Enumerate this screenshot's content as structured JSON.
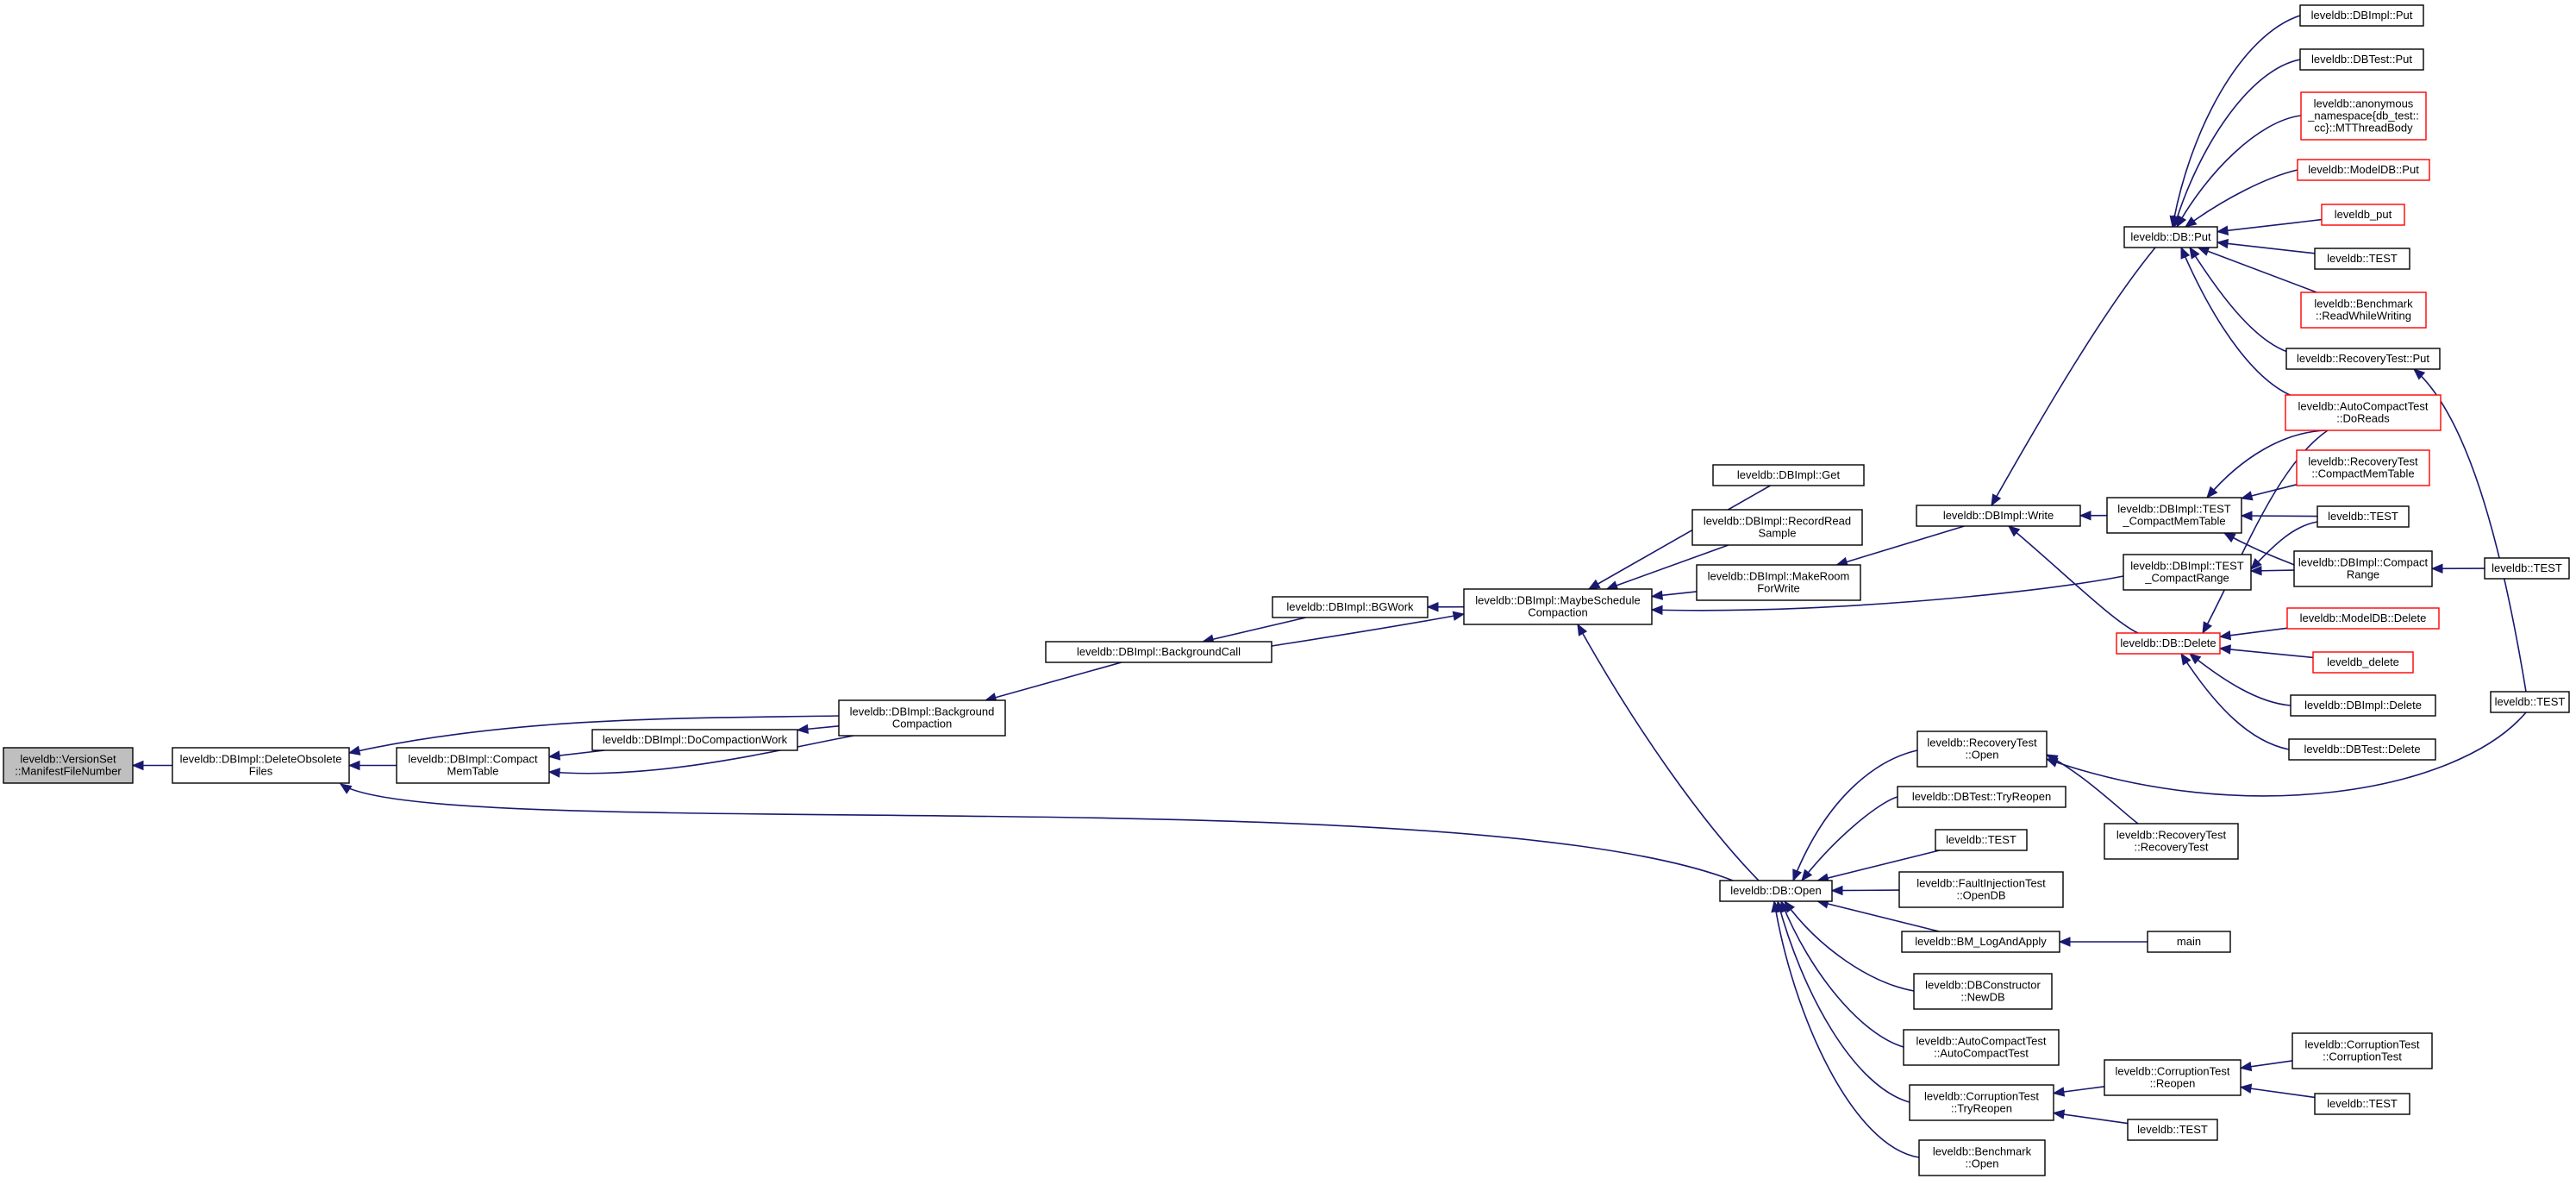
{
  "colors": {
    "edge": "#191970",
    "truncated_border": "#ff0000",
    "root_fill": "#bfbfbf",
    "border": "#000000"
  },
  "nodes": [
    {
      "id": "vs_manifest",
      "lines": [
        "leveldb::VersionSet",
        "::ManifestFileNumber"
      ],
      "style": "root"
    },
    {
      "id": "dbimpl_deleteobsolete",
      "lines": [
        "leveldb::DBImpl::DeleteObsolete",
        "Files"
      ]
    },
    {
      "id": "dbimpl_compactmemtable",
      "lines": [
        "leveldb::DBImpl::Compact",
        "MemTable"
      ]
    },
    {
      "id": "dbimpl_docompactionwork",
      "lines": [
        "leveldb::DBImpl::DoCompactionWork"
      ]
    },
    {
      "id": "dbimpl_bgcompaction",
      "lines": [
        "leveldb::DBImpl::Background",
        "Compaction"
      ]
    },
    {
      "id": "dbimpl_backgroundcall",
      "lines": [
        "leveldb::DBImpl::BackgroundCall"
      ]
    },
    {
      "id": "dbimpl_bgwork",
      "lines": [
        "leveldb::DBImpl::BGWork"
      ]
    },
    {
      "id": "dbimpl_maybeschedule",
      "lines": [
        "leveldb::DBImpl::MaybeSchedule",
        "Compaction"
      ]
    },
    {
      "id": "dbimpl_get",
      "lines": [
        "leveldb::DBImpl::Get"
      ]
    },
    {
      "id": "dbimpl_recordread",
      "lines": [
        "leveldb::DBImpl::RecordRead",
        "Sample"
      ]
    },
    {
      "id": "dbimpl_makeroom",
      "lines": [
        "leveldb::DBImpl::MakeRoom",
        "ForWrite"
      ]
    },
    {
      "id": "dbimpl_write",
      "lines": [
        "leveldb::DBImpl::Write"
      ]
    },
    {
      "id": "db_put",
      "lines": [
        "leveldb::DB::Put"
      ]
    },
    {
      "id": "db_delete",
      "lines": [
        "leveldb::DB::Delete"
      ],
      "style": "trunc"
    },
    {
      "id": "dbimpl_test_compactmemtable",
      "lines": [
        "leveldb::DBImpl::TEST",
        "_CompactMemTable"
      ]
    },
    {
      "id": "dbimpl_test_compactrange",
      "lines": [
        "leveldb::DBImpl::TEST",
        "_CompactRange"
      ]
    },
    {
      "id": "dbimpl_put",
      "lines": [
        "leveldb::DBImpl::Put"
      ]
    },
    {
      "id": "dbtest_put",
      "lines": [
        "leveldb::DBTest::Put"
      ]
    },
    {
      "id": "mtthreadbody",
      "lines": [
        "leveldb::anonymous",
        "_namespace{db_test::",
        "cc}::MTThreadBody"
      ],
      "style": "trunc"
    },
    {
      "id": "modeldb_put",
      "lines": [
        "leveldb::ModelDB::Put"
      ],
      "style": "trunc"
    },
    {
      "id": "leveldb_put",
      "lines": [
        "leveldb_put"
      ],
      "style": "trunc"
    },
    {
      "id": "test_a",
      "lines": [
        "leveldb::TEST"
      ]
    },
    {
      "id": "benchmark_readwhilewriting",
      "lines": [
        "leveldb::Benchmark",
        "::ReadWhileWriting"
      ],
      "style": "trunc"
    },
    {
      "id": "recoverytest_put",
      "lines": [
        "leveldb::RecoveryTest::Put"
      ]
    },
    {
      "id": "autocompacttest_doreads",
      "lines": [
        "leveldb::AutoCompactTest",
        "::DoReads"
      ],
      "style": "trunc"
    },
    {
      "id": "recoverytest_compactmemtable",
      "lines": [
        "leveldb::RecoveryTest",
        "::CompactMemTable"
      ],
      "style": "trunc"
    },
    {
      "id": "test_b",
      "lines": [
        "leveldb::TEST"
      ]
    },
    {
      "id": "dbimpl_compactrange",
      "lines": [
        "leveldb::DBImpl::Compact",
        "Range"
      ]
    },
    {
      "id": "test_c",
      "lines": [
        "leveldb::TEST"
      ]
    },
    {
      "id": "modeldb_delete",
      "lines": [
        "leveldb::ModelDB::Delete"
      ],
      "style": "trunc"
    },
    {
      "id": "leveldb_delete",
      "lines": [
        "leveldb_delete"
      ],
      "style": "trunc"
    },
    {
      "id": "dbimpl_delete",
      "lines": [
        "leveldb::DBImpl::Delete"
      ]
    },
    {
      "id": "dbtest_delete",
      "lines": [
        "leveldb::DBTest::Delete"
      ]
    },
    {
      "id": "test_d",
      "lines": [
        "leveldb::TEST"
      ]
    },
    {
      "id": "db_open",
      "lines": [
        "leveldb::DB::Open"
      ]
    },
    {
      "id": "recoverytest_open",
      "lines": [
        "leveldb::RecoveryTest",
        "::Open"
      ]
    },
    {
      "id": "dbtest_tryreopen",
      "lines": [
        "leveldb::DBTest::TryReopen"
      ]
    },
    {
      "id": "test_e",
      "lines": [
        "leveldb::TEST"
      ]
    },
    {
      "id": "faultinjection_opendb",
      "lines": [
        "leveldb::FaultInjectionTest",
        "::OpenDB"
      ]
    },
    {
      "id": "bm_logandapply",
      "lines": [
        "leveldb::BM_LogAndApply"
      ]
    },
    {
      "id": "dbconstructor_newdb",
      "lines": [
        "leveldb::DBConstructor",
        "::NewDB"
      ]
    },
    {
      "id": "autocompacttest_ctor",
      "lines": [
        "leveldb::AutoCompactTest",
        "::AutoCompactTest"
      ]
    },
    {
      "id": "corruptiontest_tryreopen",
      "lines": [
        "leveldb::CorruptionTest",
        "::TryReopen"
      ]
    },
    {
      "id": "benchmark_open",
      "lines": [
        "leveldb::Benchmark",
        "::Open"
      ]
    },
    {
      "id": "recoverytest_ctor",
      "lines": [
        "leveldb::RecoveryTest",
        "::RecoveryTest"
      ]
    },
    {
      "id": "main",
      "lines": [
        "main"
      ]
    },
    {
      "id": "corruptiontest_reopen",
      "lines": [
        "leveldb::CorruptionTest",
        "::Reopen"
      ]
    },
    {
      "id": "test_f",
      "lines": [
        "leveldb::TEST"
      ]
    },
    {
      "id": "corruptiontest_ctor",
      "lines": [
        "leveldb::CorruptionTest",
        "::CorruptionTest"
      ]
    },
    {
      "id": "test_g",
      "lines": [
        "leveldb::TEST"
      ]
    }
  ],
  "edges": [
    [
      "vs_manifest",
      "dbimpl_deleteobsolete"
    ],
    [
      "dbimpl_deleteobsolete",
      "dbimpl_bgcompaction"
    ],
    [
      "dbimpl_deleteobsolete",
      "dbimpl_compactmemtable"
    ],
    [
      "dbimpl_deleteobsolete",
      "db_open"
    ],
    [
      "dbimpl_compactmemtable",
      "dbimpl_docompactionwork"
    ],
    [
      "dbimpl_compactmemtable",
      "dbimpl_bgcompaction"
    ],
    [
      "dbimpl_docompactionwork",
      "dbimpl_bgcompaction"
    ],
    [
      "dbimpl_bgcompaction",
      "dbimpl_backgroundcall"
    ],
    [
      "dbimpl_backgroundcall",
      "dbimpl_bgwork"
    ],
    [
      "dbimpl_bgwork",
      "dbimpl_maybeschedule"
    ],
    [
      "dbimpl_maybeschedule",
      "dbimpl_backgroundcall"
    ],
    [
      "dbimpl_maybeschedule",
      "dbimpl_get"
    ],
    [
      "dbimpl_maybeschedule",
      "dbimpl_recordread"
    ],
    [
      "dbimpl_maybeschedule",
      "dbimpl_makeroom"
    ],
    [
      "dbimpl_maybeschedule",
      "dbimpl_test_compactrange"
    ],
    [
      "dbimpl_maybeschedule",
      "db_open"
    ],
    [
      "dbimpl_makeroom",
      "dbimpl_write"
    ],
    [
      "dbimpl_write",
      "db_put"
    ],
    [
      "dbimpl_write",
      "dbimpl_test_compactmemtable"
    ],
    [
      "dbimpl_write",
      "db_delete"
    ],
    [
      "db_put",
      "dbimpl_put"
    ],
    [
      "db_put",
      "dbtest_put"
    ],
    [
      "db_put",
      "mtthreadbody"
    ],
    [
      "db_put",
      "modeldb_put"
    ],
    [
      "db_put",
      "leveldb_put"
    ],
    [
      "db_put",
      "test_a"
    ],
    [
      "db_put",
      "benchmark_readwhilewriting"
    ],
    [
      "db_put",
      "recoverytest_put"
    ],
    [
      "db_put",
      "autocompacttest_doreads"
    ],
    [
      "dbimpl_test_compactmemtable",
      "autocompacttest_doreads"
    ],
    [
      "dbimpl_test_compactmemtable",
      "recoverytest_compactmemtable"
    ],
    [
      "dbimpl_test_compactmemtable",
      "test_b"
    ],
    [
      "dbimpl_test_compactmemtable",
      "dbimpl_compactrange"
    ],
    [
      "dbimpl_test_compactrange",
      "test_b"
    ],
    [
      "dbimpl_test_compactrange",
      "dbimpl_compactrange"
    ],
    [
      "dbimpl_compactrange",
      "test_c"
    ],
    [
      "db_delete",
      "autocompacttest_doreads"
    ],
    [
      "db_delete",
      "modeldb_delete"
    ],
    [
      "db_delete",
      "leveldb_delete"
    ],
    [
      "db_delete",
      "dbimpl_delete"
    ],
    [
      "db_delete",
      "dbtest_delete"
    ],
    [
      "recoverytest_put",
      "test_d"
    ],
    [
      "db_open",
      "recoverytest_open"
    ],
    [
      "db_open",
      "dbtest_tryreopen"
    ],
    [
      "db_open",
      "test_e"
    ],
    [
      "db_open",
      "faultinjection_opendb"
    ],
    [
      "db_open",
      "bm_logandapply"
    ],
    [
      "db_open",
      "dbconstructor_newdb"
    ],
    [
      "db_open",
      "autocompacttest_ctor"
    ],
    [
      "db_open",
      "corruptiontest_tryreopen"
    ],
    [
      "db_open",
      "benchmark_open"
    ],
    [
      "recoverytest_open",
      "recoverytest_ctor"
    ],
    [
      "recoverytest_open",
      "test_d"
    ],
    [
      "bm_logandapply",
      "main"
    ],
    [
      "corruptiontest_tryreopen",
      "corruptiontest_reopen"
    ],
    [
      "corruptiontest_tryreopen",
      "test_f"
    ],
    [
      "corruptiontest_reopen",
      "corruptiontest_ctor"
    ],
    [
      "corruptiontest_reopen",
      "test_g"
    ]
  ]
}
